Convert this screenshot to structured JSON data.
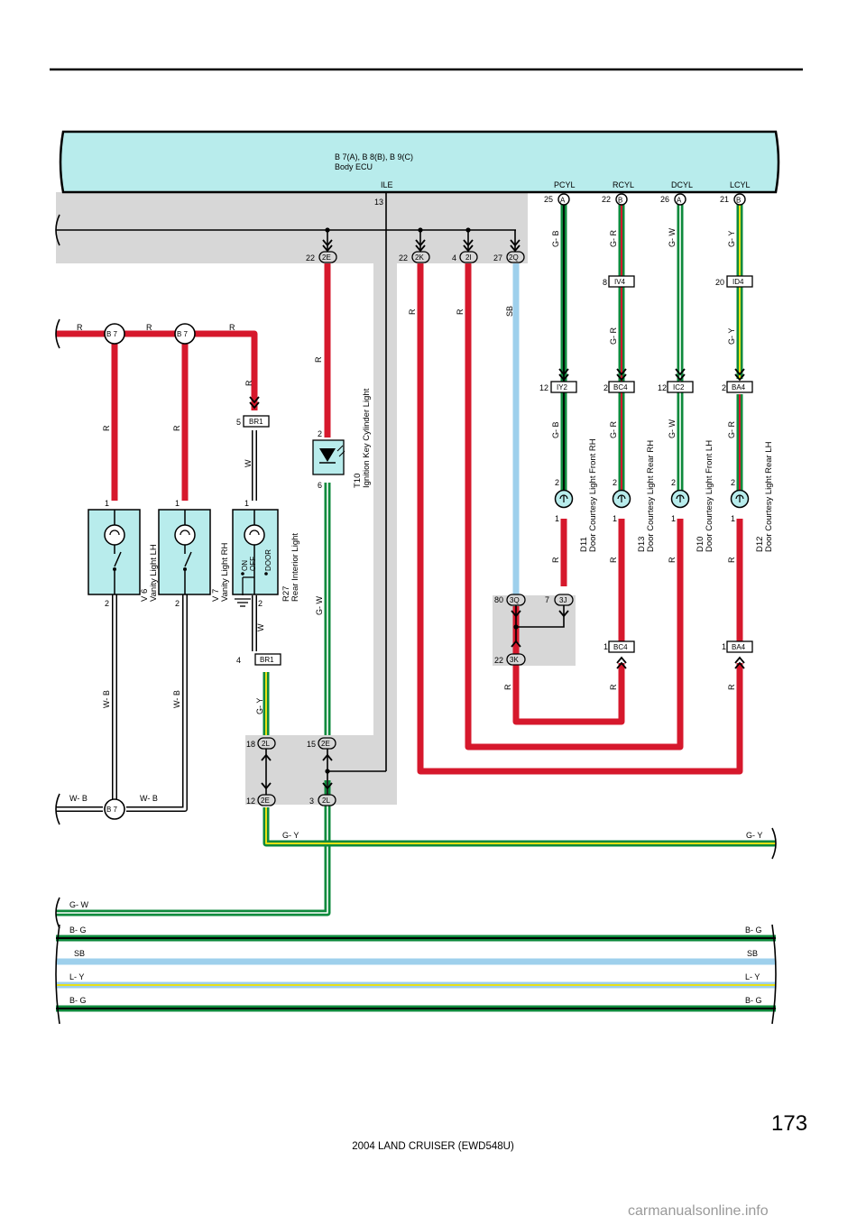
{
  "ecu": {
    "refs": "B 7(A), B 8(B), B 9(C)",
    "name": "Body ECU",
    "terminals": [
      {
        "label": "ILE",
        "pin": "13"
      },
      {
        "label": "PCYL",
        "pin": "25",
        "connector": "A"
      },
      {
        "label": "RCYL",
        "pin": "22",
        "connector": "B"
      },
      {
        "label": "DCYL",
        "pin": "26",
        "connector": "A"
      },
      {
        "label": "LCYL",
        "pin": "21",
        "connector": "B"
      }
    ]
  },
  "junctions": {
    "j2E_top": {
      "pin": "22",
      "id": "2E"
    },
    "j2K": {
      "pin": "22",
      "id": "2K"
    },
    "j2I": {
      "pin": "4",
      "id": "2I"
    },
    "j2Q": {
      "pin": "27",
      "id": "2Q"
    },
    "j3Q": {
      "pin": "80",
      "id": "3Q"
    },
    "j3J": {
      "pin": "7",
      "id": "3J"
    },
    "j3K": {
      "pin": "22",
      "id": "3K"
    },
    "j2L_a": {
      "pin": "18",
      "id": "2L"
    },
    "j2E_mid": {
      "pin": "15",
      "id": "2E"
    },
    "j2E_bot": {
      "pin": "12",
      "id": "2E"
    },
    "j2L_bot": {
      "pin": "3",
      "id": "2L"
    }
  },
  "connectors": {
    "iv4": {
      "pin": "8",
      "id": "IV4"
    },
    "id4": {
      "pin": "20",
      "id": "ID4"
    },
    "iy2": {
      "pin": "12",
      "id": "IY2"
    },
    "bc4_top": {
      "pin": "2",
      "id": "BC4"
    },
    "ic2": {
      "pin": "12",
      "id": "IC2"
    },
    "ba4_top": {
      "pin": "2",
      "id": "BA4"
    },
    "bc4_bot": {
      "pin": "1",
      "id": "BC4"
    },
    "ba4_bot": {
      "pin": "1",
      "id": "BA4"
    },
    "br1_top": {
      "pin": "5",
      "id": "BR1"
    },
    "br1_bot": {
      "pin": "4",
      "id": "BR1"
    },
    "b7": "B 7"
  },
  "components": {
    "v6": {
      "code": "V 6",
      "name": "Vanity Light LH"
    },
    "v7": {
      "code": "V 7",
      "name": "Vanity Light RH"
    },
    "r27": {
      "code": "R27",
      "name": "Rear Interior Light",
      "sw_on": "ON",
      "sw_off": "OFF",
      "sw_door": "DOOR"
    },
    "t10": {
      "code": "T10",
      "name": "Ignition Key Cylinder Light"
    },
    "d11": {
      "code": "D11",
      "name": "Door Courtesy Light Front RH"
    },
    "d13": {
      "code": "D13",
      "name": "Door Courtesy Light Rear RH"
    },
    "d10": {
      "code": "D10",
      "name": "Door Courtesy Light Front LH"
    },
    "d12": {
      "code": "D12",
      "name": "Door Courtesy Light Rear LH"
    }
  },
  "pins": {
    "p1": "1",
    "p2": "2",
    "p6": "6"
  },
  "wires": {
    "r": "R",
    "w": "W",
    "wb": "W- B",
    "gy": "G- Y",
    "gw": "G- W",
    "gb": "G- B",
    "gr": "G- R",
    "sb": "SB",
    "bg": "B- G",
    "ly": "L- Y"
  },
  "colors": {
    "red": "#d6182c",
    "green": "#0e8a3c",
    "yellow": "#e8e015",
    "lightblue": "#9ed0ec",
    "black": "#000000",
    "white": "#ffffff",
    "ecu_fill": "#b8ecec",
    "shade": "#d7d7d7"
  },
  "footer": {
    "page_number": "173",
    "title": "2004 LAND CRUISER (EWD548U)",
    "watermark": "carmanualsonline.info"
  }
}
